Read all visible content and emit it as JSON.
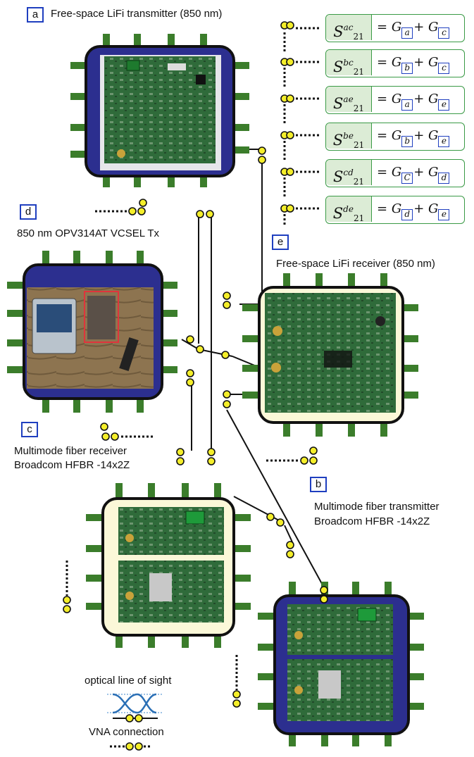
{
  "labels": {
    "a": {
      "letter": "a",
      "text": "Free-space LiFi transmitter (850 nm)"
    },
    "b": {
      "letter": "b",
      "line1": "Multimode fiber transmitter",
      "line2": "Broadcom HFBR -14x2Z"
    },
    "c": {
      "letter": "c",
      "line1": "Multimode fiber receiver",
      "line2": "Broadcom HFBR -14x2Z"
    },
    "d": {
      "letter": "d",
      "text": "850 nm OPV314AT VCSEL Tx"
    },
    "e": {
      "letter": "e",
      "text": "Free-space LiFi receiver (850 nm)"
    }
  },
  "equations": [
    {
      "sup": "ac",
      "sub": "21",
      "p1": "a",
      "p2": "c"
    },
    {
      "sup": "bc",
      "sub": "21",
      "p1": "b",
      "p2": "c"
    },
    {
      "sup": "ae",
      "sub": "21",
      "p1": "a",
      "p2": "e"
    },
    {
      "sup": "be",
      "sub": "21",
      "p1": "b",
      "p2": "e"
    },
    {
      "sup": "cd",
      "sub": "21",
      "p1": "C",
      "p2": "d"
    },
    {
      "sup": "de",
      "sub": "21",
      "p1": "d",
      "p2": "e"
    }
  ],
  "equation_symbols": {
    "s": "S",
    "eq": "=",
    "g": "G",
    "plus": "+"
  },
  "legend": {
    "optical_los": "optical line of sight",
    "vna": "VNA connection"
  },
  "colors": {
    "pin_green": "#3b7d2b",
    "chip_blue": "#2c2f8f",
    "chip_cream": "#fbf8d8",
    "pcb_green": "#2f6b3a",
    "port_yellow": "#f4ee2a",
    "eq_green": "#3a9a46",
    "badge_blue": "#1f3fbf"
  }
}
